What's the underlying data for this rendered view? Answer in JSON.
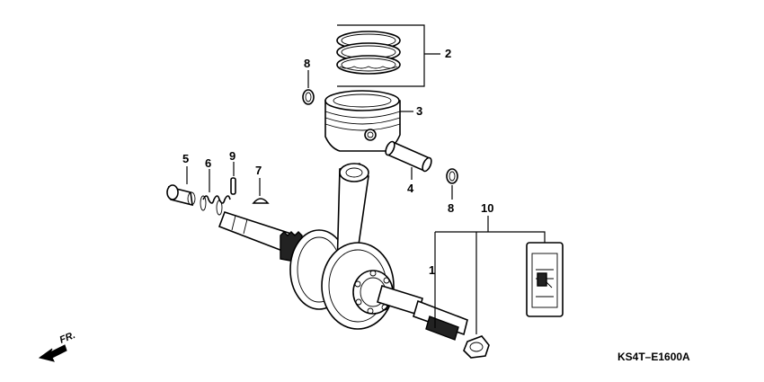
{
  "callouts": {
    "c1": "1",
    "c2": "2",
    "c3": "3",
    "c4": "4",
    "c5": "5",
    "c6": "6",
    "c7": "7",
    "c8a": "8",
    "c8b": "8",
    "c9": "9",
    "c10": "10"
  },
  "direction_label": "FR.",
  "diagram_code": "KS4T–E1600A"
}
